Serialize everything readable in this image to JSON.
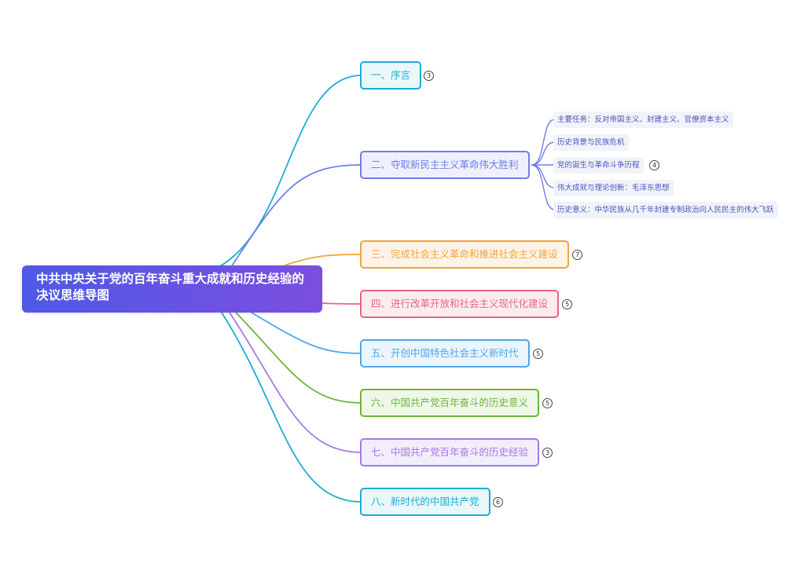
{
  "root": {
    "title": "中共中央关于党的百年奋斗重大成就和历史经验的决议思维导图"
  },
  "branches": [
    {
      "label": "一、序言",
      "count": "3",
      "color": "#1aaed1",
      "fill": "#eaf8fc"
    },
    {
      "label": "二、夺取新民主主义革命伟大胜利",
      "count": "",
      "color": "#6e7eea",
      "fill": "#eef0fd"
    },
    {
      "label": "三、完成社会主义革命和推进社会主义建设",
      "count": "7",
      "color": "#f2a33c",
      "fill": "#fdf4e7"
    },
    {
      "label": "四、进行改革开放和社会主义现代化建设",
      "count": "5",
      "color": "#e9657b",
      "fill": "#fcecef"
    },
    {
      "label": "五、开创中国特色社会主义新时代",
      "count": "5",
      "color": "#4ea7ea",
      "fill": "#ebf5fd"
    },
    {
      "label": "六、中国共产党百年奋斗的历史意义",
      "count": "5",
      "color": "#6db43a",
      "fill": "#eff7e8"
    },
    {
      "label": "七、中国共产党百年奋斗的历史经验",
      "count": "3",
      "color": "#a27ae6",
      "fill": "#f3eefc"
    },
    {
      "label": "八、新时代的中国共产党",
      "count": "6",
      "color": "#1aaed1",
      "fill": "#eaf8fc"
    }
  ],
  "leaves": [
    {
      "label": "主要任务：反对帝国主义、封建主义、官僚资本主义",
      "count": ""
    },
    {
      "label": "历史背景与民族危机",
      "count": ""
    },
    {
      "label": "党的诞生与革命斗争历程",
      "count": "4"
    },
    {
      "label": "伟大成就与理论创新：毛泽东思想",
      "count": ""
    },
    {
      "label": "历史意义：中华民族从几千年封建专制政治向人民民主的伟大飞跃",
      "count": ""
    }
  ]
}
